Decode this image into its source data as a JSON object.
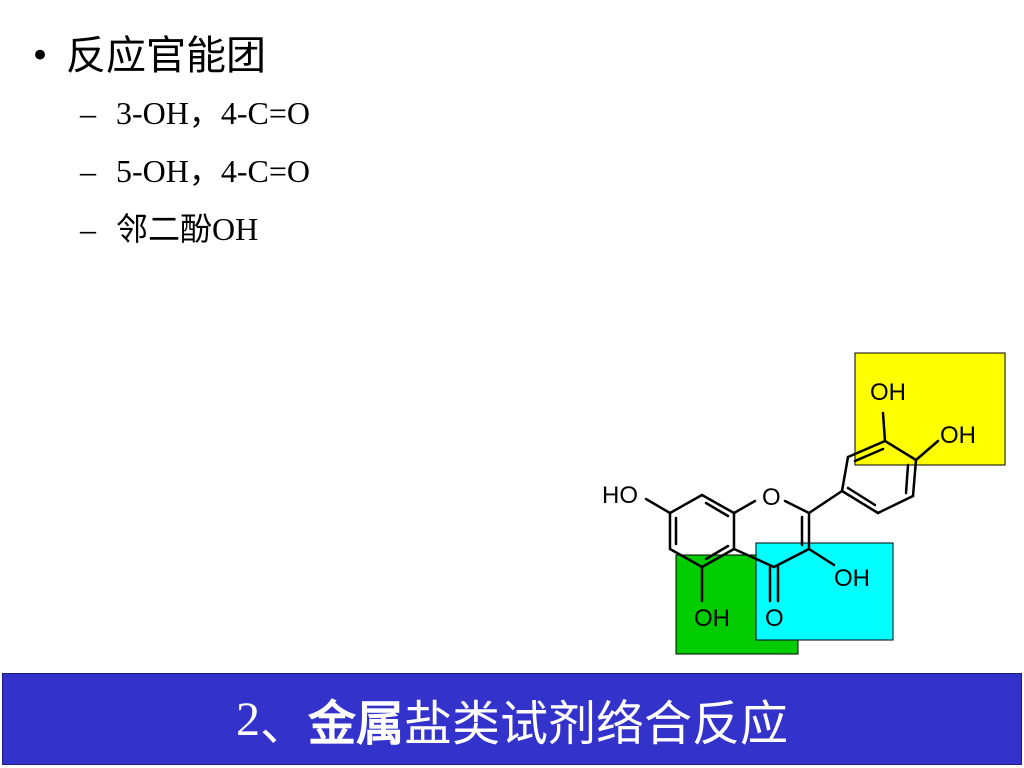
{
  "bullets": {
    "main": "反应官能团",
    "subs": [
      "3-OH，4-C=O",
      "5-OH，4-C=O",
      "邻二酚OH"
    ]
  },
  "structure": {
    "labels": {
      "ho7": "HO",
      "o1": "O",
      "oh3": "OH",
      "oh5": "OH",
      "o4": "O",
      "oh3p": "OH",
      "oh4p": "OH"
    },
    "highlight_colors": {
      "catechol": "#ffff00",
      "oh3_c4o": "#00ffff",
      "oh5_c4o": "#00cc00"
    }
  },
  "footer": {
    "num": "2",
    "sep": "、",
    "bold": "金属",
    "rest": "盐类试剂络合反应"
  },
  "colors": {
    "footer_bg": "#3333cc",
    "footer_text": "#ffffff"
  }
}
